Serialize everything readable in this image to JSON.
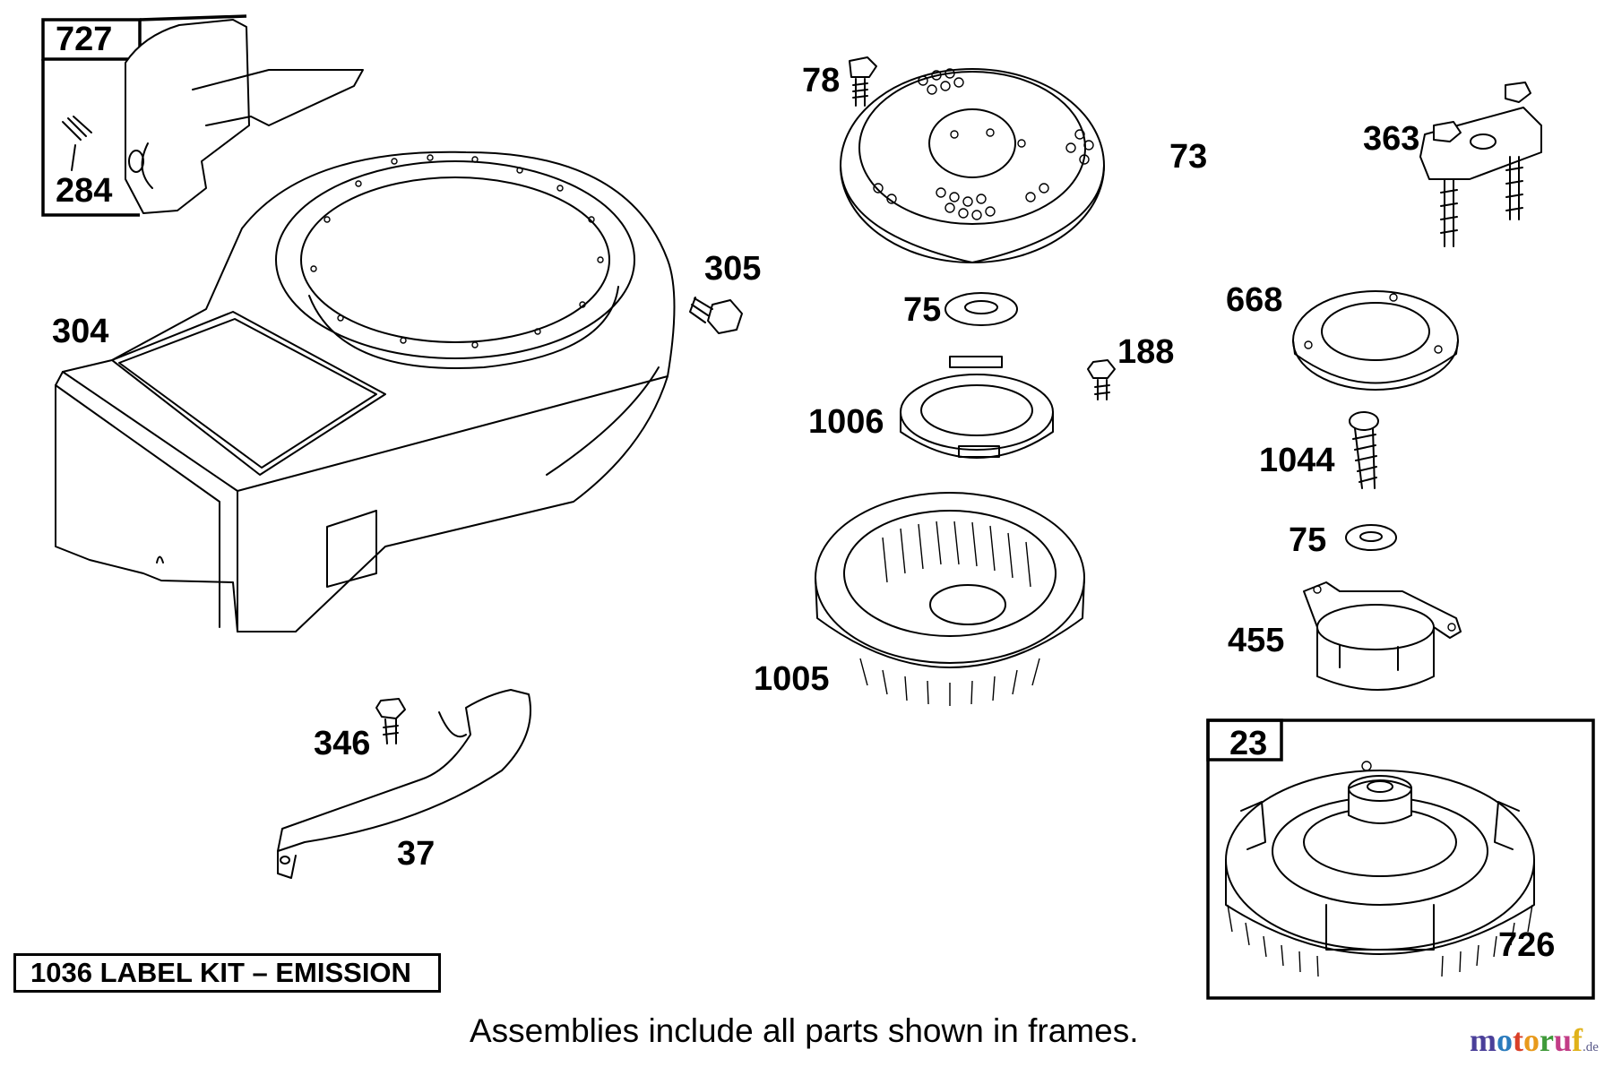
{
  "labels": {
    "l727": "727",
    "l284": "284",
    "l304": "304",
    "l305": "305",
    "l78": "78",
    "l73": "73",
    "l363": "363",
    "l75a": "75",
    "l188": "188",
    "l668": "668",
    "l1006": "1006",
    "l1044": "1044",
    "l75b": "75",
    "l1005": "1005",
    "l455": "455",
    "l346": "346",
    "l37": "37",
    "l23": "23",
    "l726": "726"
  },
  "kit_label": "1036 LABEL KIT – EMISSION",
  "footer": "Assemblies include all parts shown in frames.",
  "brand": {
    "letters": [
      "m",
      "o",
      "t",
      "o",
      "r",
      "u",
      "f"
    ],
    "tld": ".de",
    "colors": [
      "#4a3f99",
      "#2a7bbd",
      "#d94028",
      "#e89a1c",
      "#3f9a3a",
      "#c23c86",
      "#e0b21a"
    ]
  }
}
